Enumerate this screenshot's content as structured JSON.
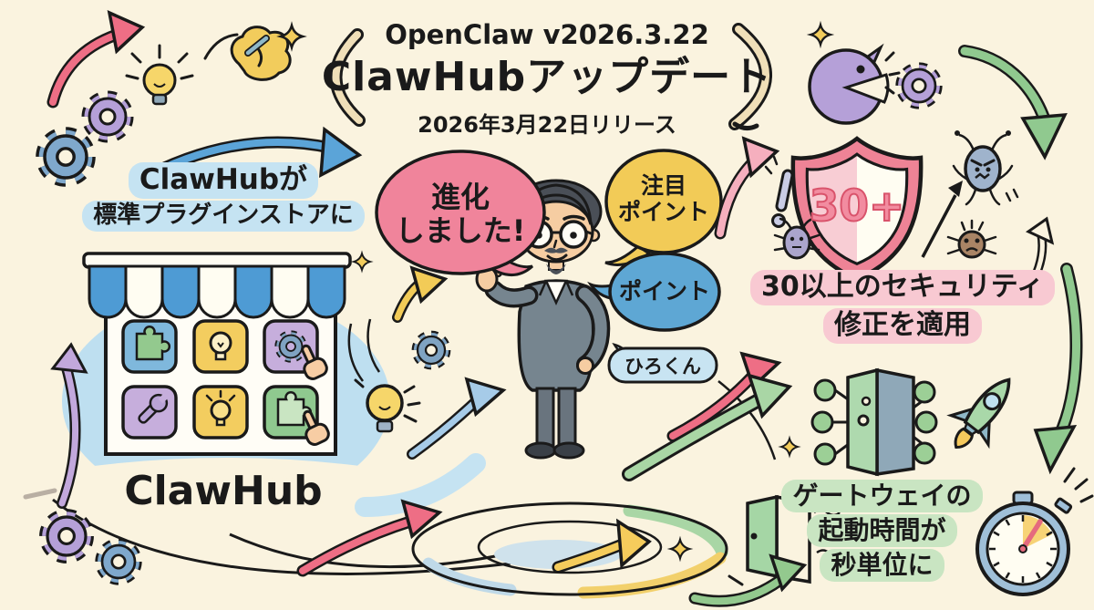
{
  "header": {
    "version": "OpenClaw v2026.3.22",
    "title": "ClawHubアップデート",
    "release": "2026年3月22日リリース"
  },
  "store": {
    "callout_line1": "ClawHubが",
    "callout_line2": "標準プラグインストアに",
    "label": "ClawHub",
    "tile_icons": [
      "puzzle",
      "lightbulb",
      "gear",
      "wrench",
      "lightbulb",
      "puzzle"
    ]
  },
  "speaker": {
    "bubble_evolved_line1": "進化",
    "bubble_evolved_line2": "しました!",
    "bubble_attention_line1": "注目",
    "bubble_attention_line2": "ポイント",
    "bubble_point": "ポイント",
    "name_tag": "ひろくん"
  },
  "security": {
    "shield_count": "30+",
    "callout_line1": "30以上のセキュリティ",
    "callout_line2": "修正を適用"
  },
  "gateway": {
    "callout_line1": "ゲートウェイの",
    "callout_line2": "起動時間が",
    "callout_line3": "秒単位に"
  },
  "colors": {
    "background": "#FAF3DF",
    "outline": "#1A1A1A",
    "pink": "#EE6E85",
    "light_pink": "#F8C9D2",
    "blue": "#5BA4D8",
    "light_blue": "#C5E3F2",
    "green": "#93C98E",
    "light_green": "#C9E5C2",
    "yellow": "#F3CD5F",
    "purple": "#B5A0D8"
  }
}
